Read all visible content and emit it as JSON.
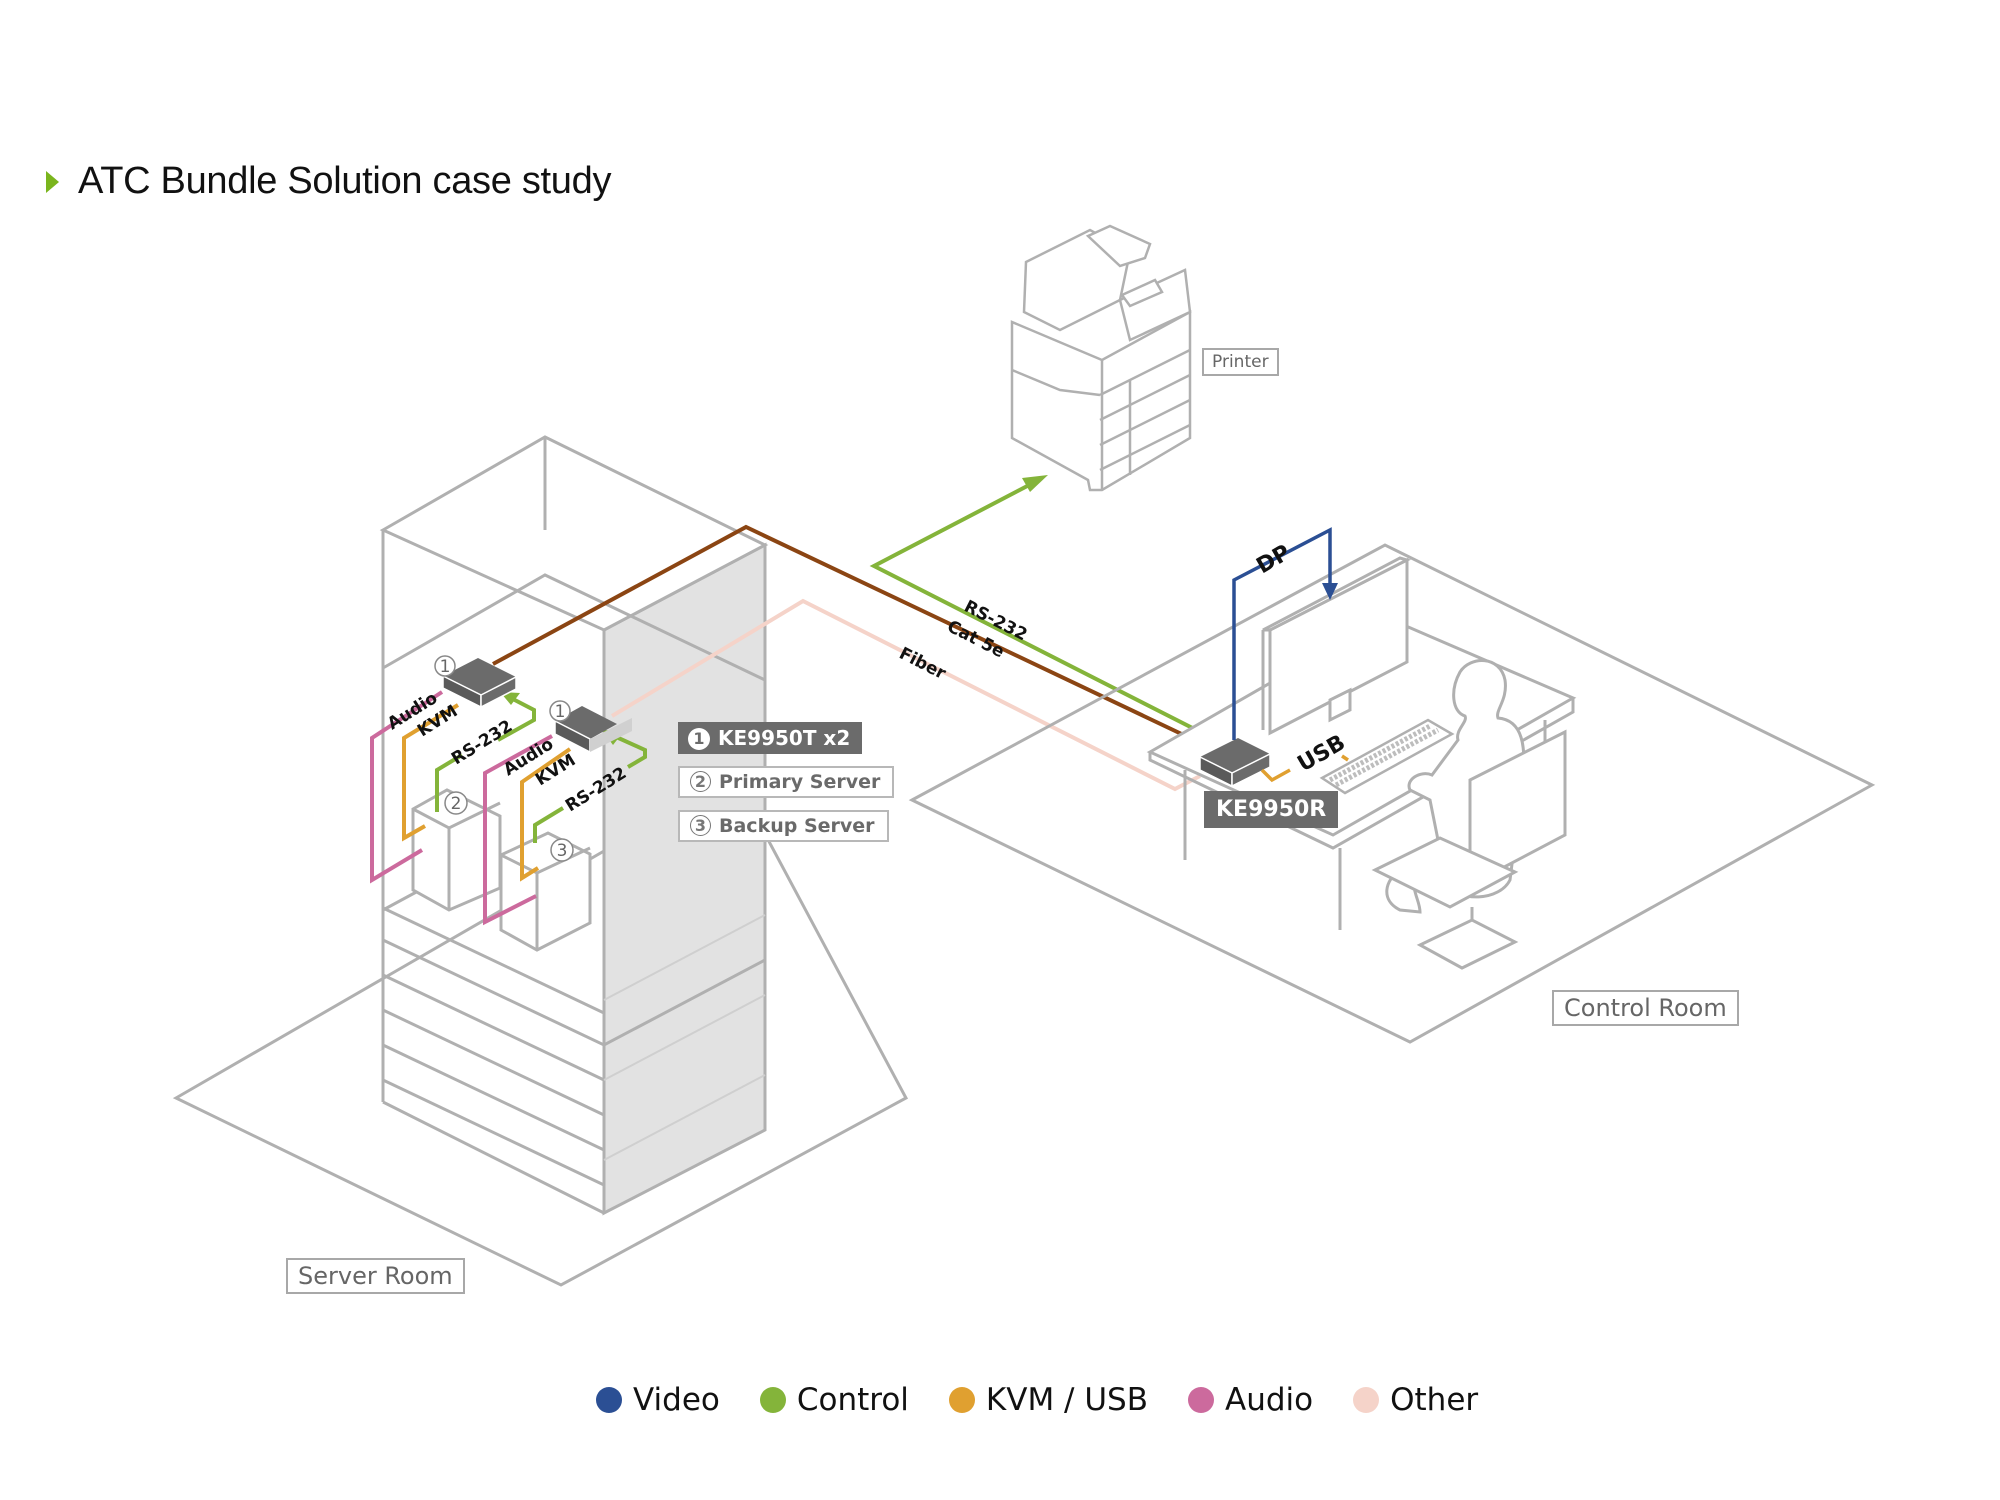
{
  "title": "ATC Bundle Solution case study",
  "colors": {
    "video": "#2b4f94",
    "control": "#84b43a",
    "kvm_usb": "#e0a030",
    "audio": "#cc6a9d",
    "other": "#f5d3c9",
    "cat5e": "#8b4513",
    "outline": "#b0b0b0",
    "device": "#6b6b6b",
    "title_arrow": "#7ab51d"
  },
  "rooms": {
    "server_room": "Server Room",
    "control_room": "Control Room"
  },
  "printer": {
    "label": "Printer"
  },
  "devices": {
    "transmitter": {
      "number": "1",
      "label": "KE9950T x2"
    },
    "primary_server": {
      "number": "2",
      "label": "Primary Server"
    },
    "backup_server": {
      "number": "3",
      "label": "Backup Server"
    },
    "receiver": {
      "label": "KE9950R"
    }
  },
  "cables": {
    "tx1": {
      "audio": "Audio",
      "kvm": "KVM",
      "rs232": "RS-232"
    },
    "tx2": {
      "audio": "Audio",
      "kvm": "KVM",
      "rs232": "RS-232"
    },
    "link": {
      "rs232": "RS-232",
      "cat5e": "Cat 5e",
      "fiber": "Fiber"
    },
    "dp": "DP",
    "usb": "USB"
  },
  "legend": [
    {
      "label": "Video",
      "color": "#2b4f94"
    },
    {
      "label": "Control",
      "color": "#84b43a"
    },
    {
      "label": "KVM / USB",
      "color": "#e0a030"
    },
    {
      "label": "Audio",
      "color": "#cc6a9d"
    },
    {
      "label": "Other",
      "color": "#f5d3c9"
    }
  ]
}
